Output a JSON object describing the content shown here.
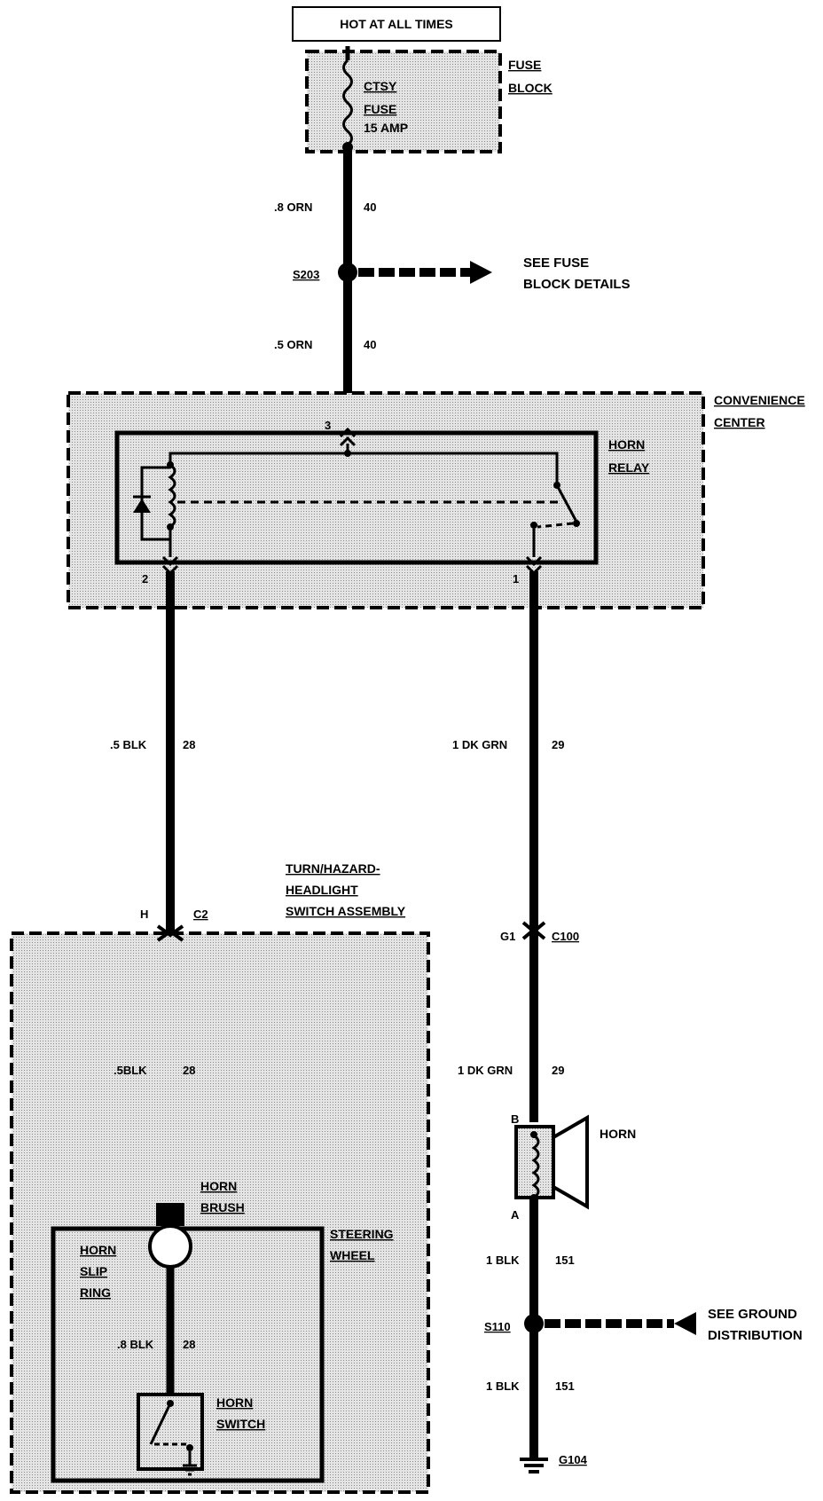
{
  "header": {
    "hot_label": "HOT AT ALL TIMES"
  },
  "fuse_block": {
    "title_line1": "FUSE",
    "title_line2": "BLOCK",
    "fuse_name_line1": "CTSY",
    "fuse_name_line2": "FUSE",
    "fuse_rating": "15 AMP"
  },
  "wires": {
    "w1_gauge": ".8 ORN",
    "w1_circuit": "40",
    "w2_gauge": ".5 ORN",
    "w2_circuit": "40",
    "w3_gauge": ".5 BLK",
    "w3_circuit": "28",
    "w4_gauge": "1 DK GRN",
    "w4_circuit": "29",
    "w5_gauge": ".5BLK",
    "w5_circuit": "28",
    "w6_gauge": "1 DK GRN",
    "w6_circuit": "29",
    "w7_gauge": ".8 BLK",
    "w7_circuit": "28",
    "w8_gauge": "1 BLK",
    "w8_circuit": "151",
    "w9_gauge": "1 BLK",
    "w9_circuit": "151"
  },
  "splices": {
    "s203": "S203",
    "s203_ref_line1": "SEE FUSE",
    "s203_ref_line2": "BLOCK DETAILS",
    "s110": "S110",
    "s110_ref_line1": "SEE GROUND",
    "s110_ref_line2": "DISTRIBUTION"
  },
  "convenience_center": {
    "title_line1": "CONVENIENCE",
    "title_line2": "CENTER",
    "relay_line1": "HORN",
    "relay_line2": "RELAY",
    "pin3": "3",
    "pin2": "2",
    "pin1": "1"
  },
  "switch_assembly": {
    "title_line1": "TURN/HAZARD-",
    "title_line2": "HEADLIGHT",
    "title_line3": "SWITCH ASSEMBLY",
    "pin_h": "H",
    "connector_c2": "C2",
    "brush_line1": "HORN",
    "brush_line2": "BRUSH",
    "slip_line1": "HORN",
    "slip_line2": "SLIP",
    "slip_line3": "RING",
    "wheel_line1": "STEERING",
    "wheel_line2": "WHEEL",
    "switch_line1": "HORN",
    "switch_line2": "SWITCH"
  },
  "horn_circuit": {
    "pin_g1": "G1",
    "connector_c100": "C100",
    "pin_b": "B",
    "pin_a": "A",
    "horn_label": "HORN",
    "ground": "G104"
  },
  "colors": {
    "ink": "#000000",
    "shade": "#cfcfcf",
    "paper": "#ffffff"
  }
}
